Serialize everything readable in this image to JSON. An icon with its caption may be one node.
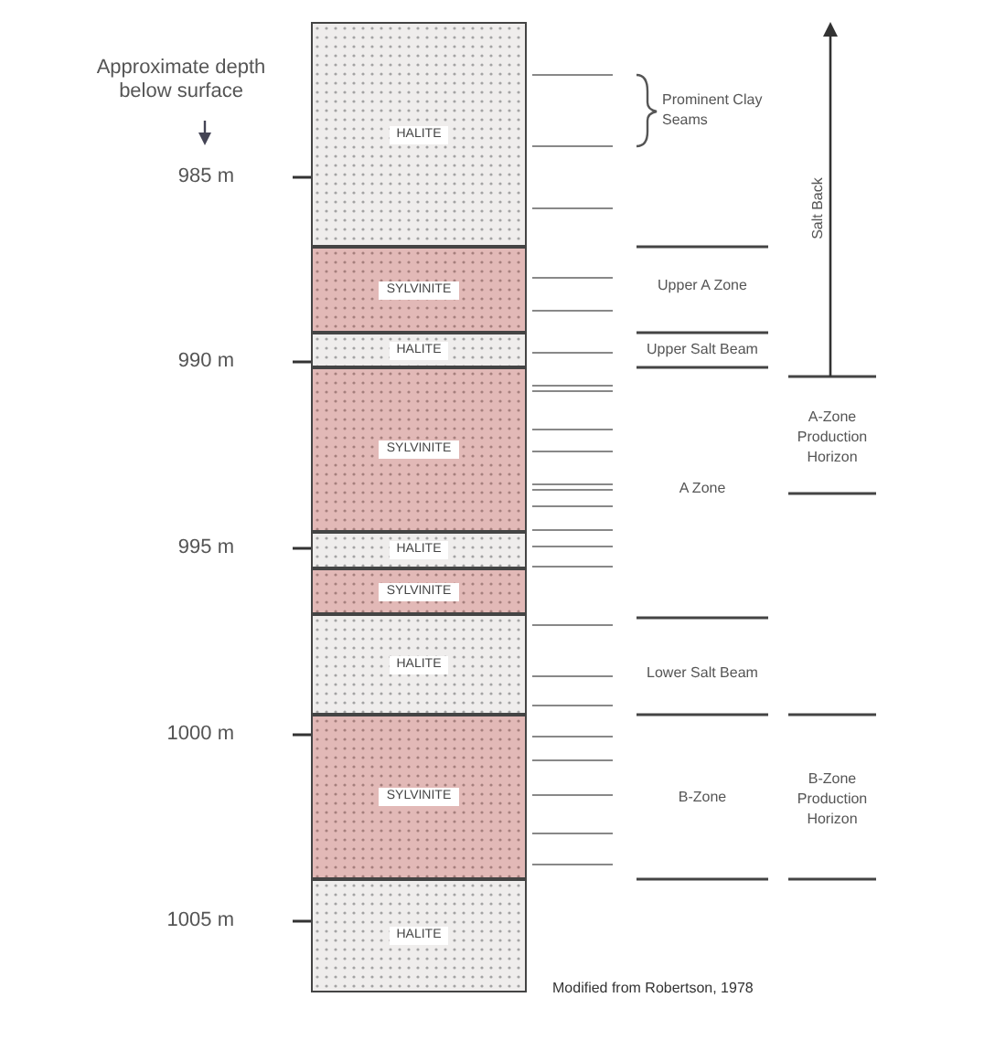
{
  "diagram": {
    "caption": "Modified from Robertson, 1978",
    "nodes": [
      {
        "text": [
          "HALITE"
        ]
      },
      {
        "text": [
          "SYLVINITE"
        ]
      },
      {
        "text": [
          "HALITE"
        ]
      },
      {
        "text": [
          "SYLVINITE"
        ]
      },
      {
        "text": [
          "HALITE"
        ]
      },
      {
        "text": [
          "SYLVINITE"
        ]
      },
      {
        "text": [
          "HALITE"
        ]
      },
      {
        "text": [
          "SYLVINITE"
        ]
      },
      {
        "text": [
          "HALITE"
        ]
      }
    ],
    "labels": [
      "Approximate depth below surface",
      "Prominent Clay Seams",
      "Salt Back",
      "985 m",
      "Upper A Zone",
      "Upper Salt Beam",
      "990 m",
      "A-Zone Production Horizon",
      "A Zone",
      "995 m",
      "Lower Salt Beam",
      "1000 m",
      "B-Zone",
      "B-Zone Production Horizon",
      "1005 m"
    ]
  }
}
